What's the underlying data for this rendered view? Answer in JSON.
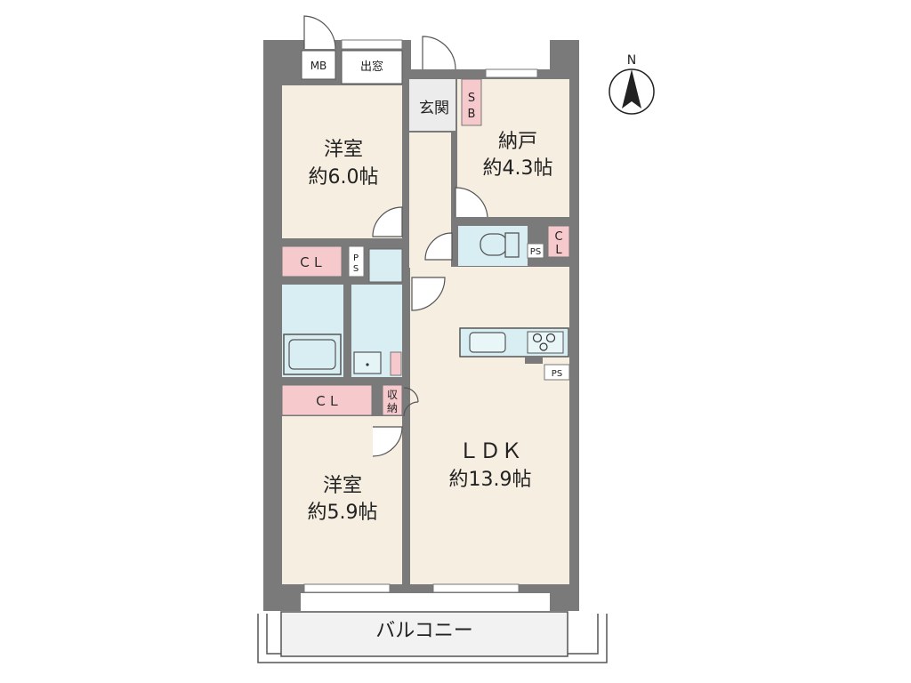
{
  "compass": {
    "north": "N"
  },
  "rooms": {
    "western_room_1": {
      "name": "洋室",
      "size": "約6.0帖"
    },
    "western_room_2": {
      "name": "洋室",
      "size": "約5.9帖"
    },
    "storage_room": {
      "name": "納戸",
      "size": "約4.3帖"
    },
    "ldk": {
      "name": "ＬＤＫ",
      "size": "約13.9帖"
    },
    "entrance": "玄関",
    "balcony": "バルコニー"
  },
  "fixtures": {
    "meter_box": "MB",
    "bay_window": "出窓",
    "shoe_box": [
      "S",
      "B"
    ],
    "closet_upper": "ＣＬ",
    "closet_lower": "ＣＬ",
    "closet_storage": [
      "C",
      "L"
    ],
    "pipe_space_bath": [
      "P",
      "S"
    ],
    "pipe_space_toilet": "PS",
    "pipe_space_kitchen": "PS",
    "storage_cabinet": [
      "収",
      "納"
    ]
  },
  "colors": {
    "wall": "#7a7a7a",
    "room_floor": "#f6eee1",
    "wet_area": "#d8eef3",
    "closet": "#f6c9cc",
    "entrance_floor": "#ececec",
    "balcony": "#f2f2f2"
  }
}
